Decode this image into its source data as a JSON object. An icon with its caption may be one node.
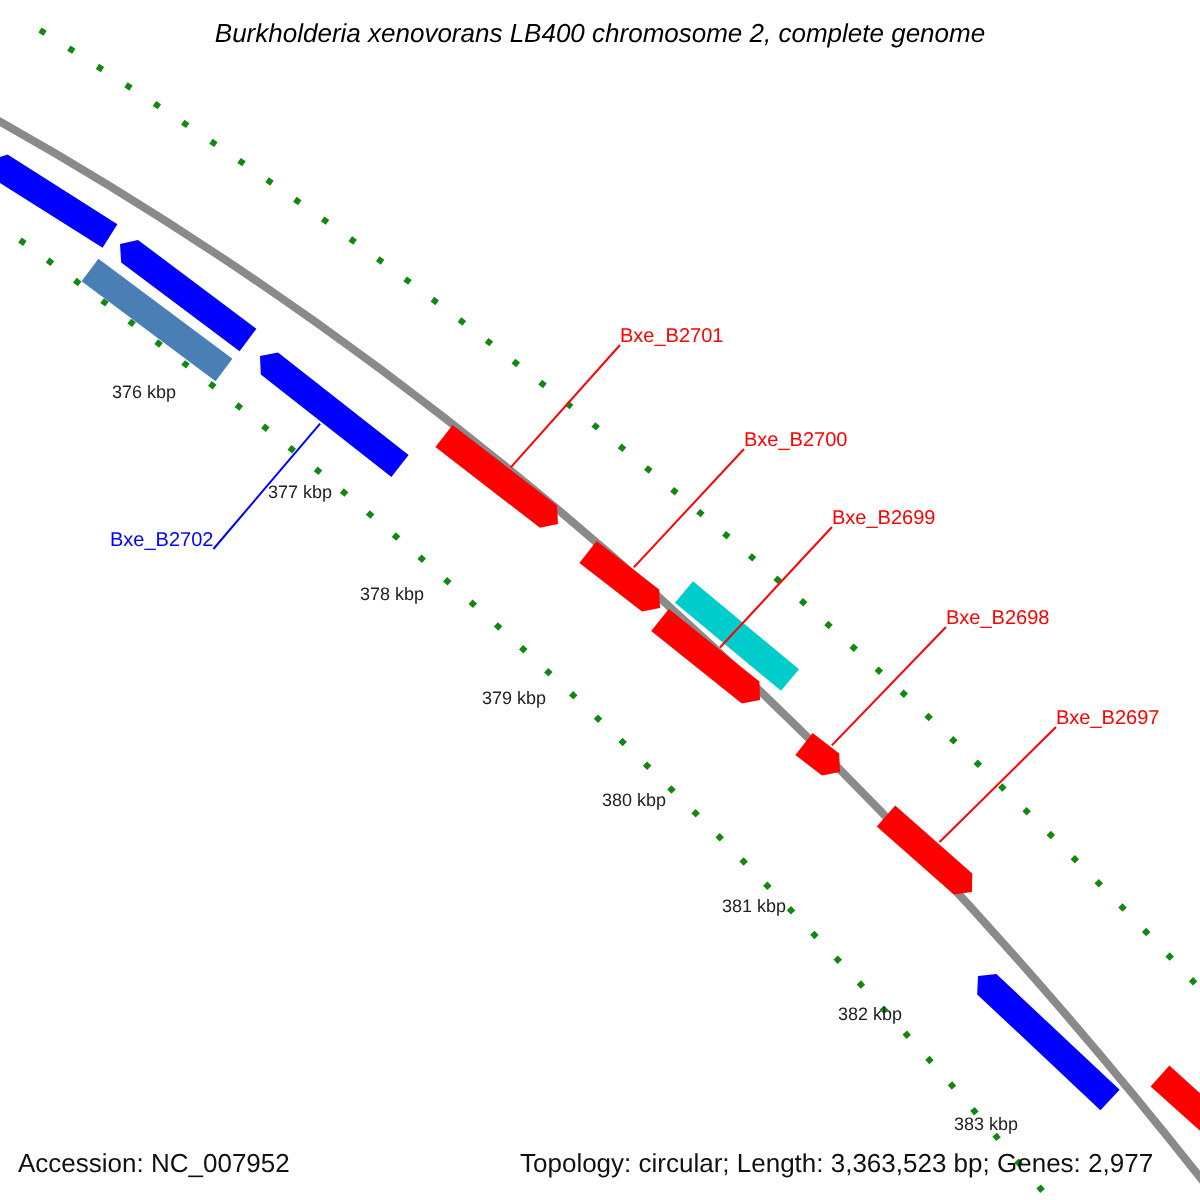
{
  "diagram": {
    "title": "Burkholderia xenovorans LB400 chromosome 2, complete genome",
    "nodes": [
      {
        "text": [
          "Bxe_B2701"
        ]
      },
      {
        "text": [],
        "shape": "bar"
      },
      {
        "text": [
          "Bxe_B2700"
        ]
      },
      {
        "text": [],
        "shape": "bar"
      },
      {
        "text": [
          "Bxe_B2699"
        ]
      },
      {
        "text": [],
        "shape": "bar"
      },
      {
        "text": [
          "Bxe_B2698"
        ]
      },
      {
        "text": [],
        "shape": "bar"
      },
      {
        "text": [
          "Bxe_B2697"
        ]
      },
      {
        "text": [],
        "shape": "bar"
      },
      {
        "text": [
          "Bxe_B2702"
        ]
      },
      {
        "text": [],
        "shape": "bar"
      },
      {
        "text": [],
        "shape": "bar"
      },
      {
        "text": [],
        "shape": "bar"
      },
      {
        "text": [],
        "shape": "bar"
      },
      {
        "text": [],
        "shape": "bar"
      },
      {
        "text": [],
        "shape": "bar"
      },
      {
        "text": [],
        "shape": "bar"
      }
    ],
    "edges": [
      {
        "from": 0,
        "to": 1,
        "arrow": "none"
      },
      {
        "from": 2,
        "to": 3,
        "arrow": "none"
      },
      {
        "from": 4,
        "to": 5,
        "arrow": "none"
      },
      {
        "from": 6,
        "to": 7,
        "arrow": "none"
      },
      {
        "from": 8,
        "to": 9,
        "arrow": "none"
      },
      {
        "from": 10,
        "to": 11,
        "arrow": "none",
        "color": "#0000ff"
      }
    ],
    "labels": [
      "376 kbp",
      "377 kbp",
      "378 kbp",
      "379 kbp",
      "380 kbp",
      "381 kbp",
      "382 kbp",
      "383 kbp",
      "Accession: NC_007952",
      "Topology: circular; Length: 3,363,523 bp; Genes: 2,977"
    ]
  }
}
